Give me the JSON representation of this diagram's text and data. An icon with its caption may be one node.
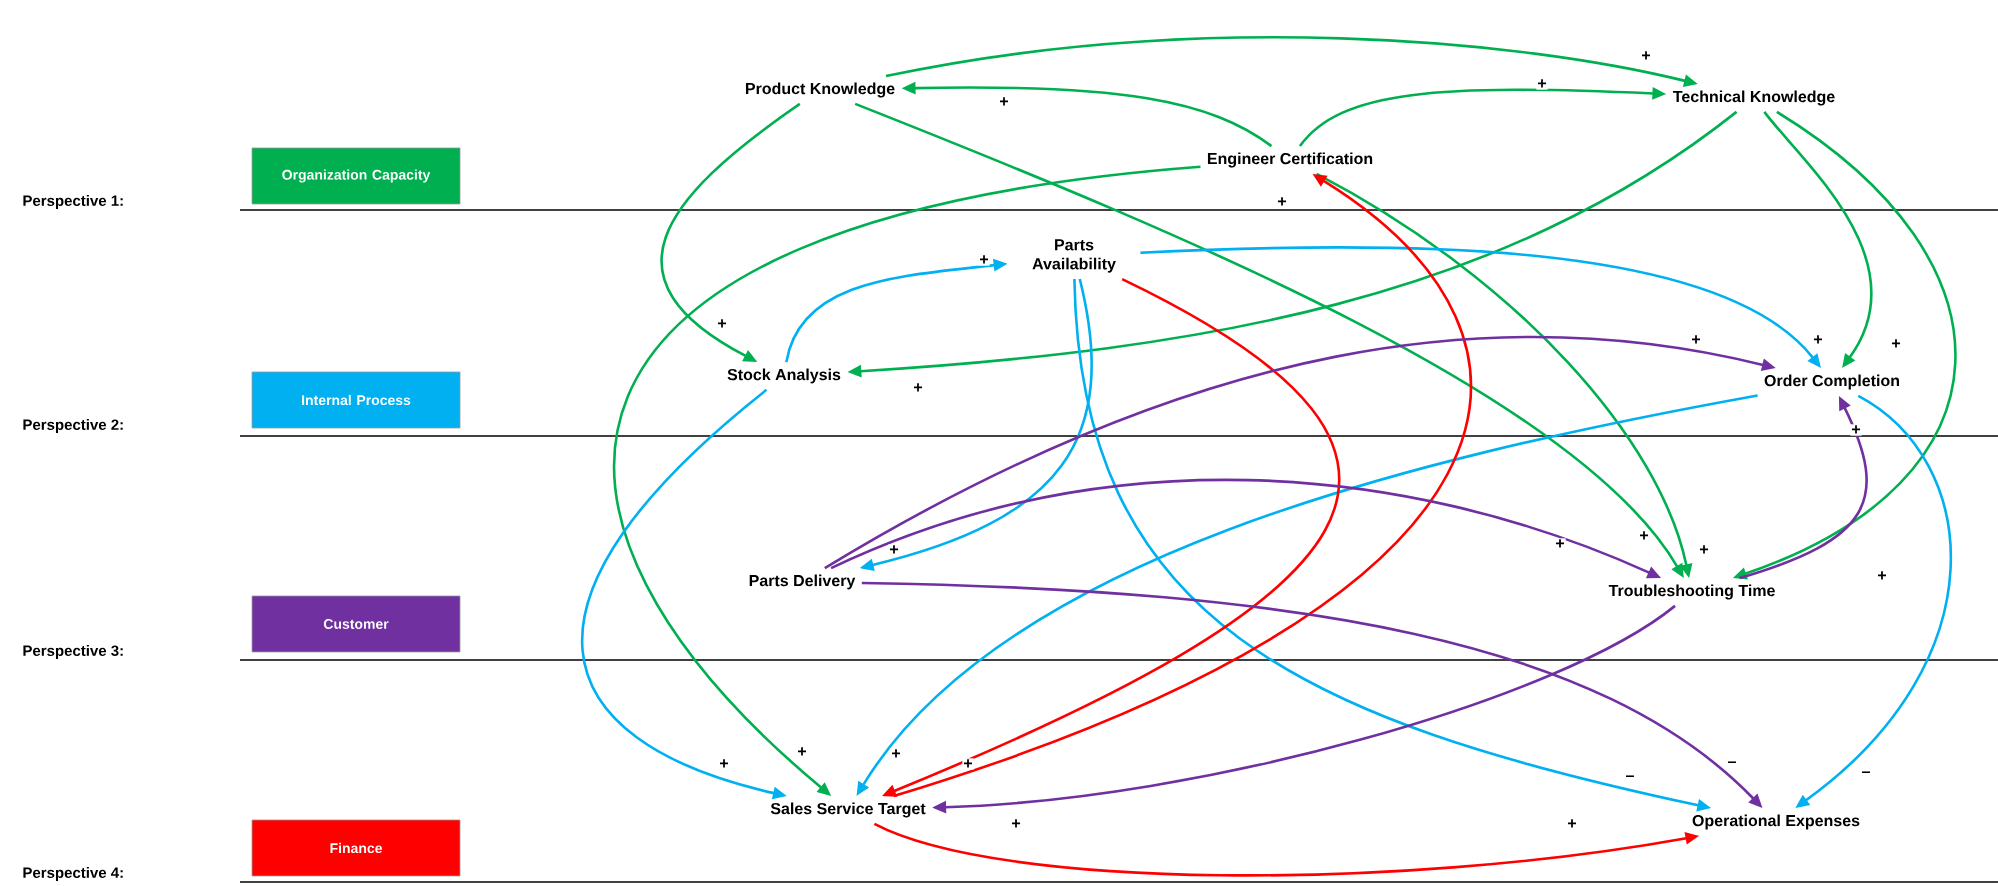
{
  "diagram": {
    "nodes": [
      {
        "text": [
          "Organization Capacity"
        ]
      },
      {
        "text": [
          "Internal Process"
        ]
      },
      {
        "text": [
          "Customer"
        ]
      },
      {
        "text": [
          "Finance"
        ]
      },
      {
        "text": [
          "Product Knowledge"
        ]
      },
      {
        "text": [
          "Engineer Certification"
        ]
      },
      {
        "text": [
          "Technical Knowledge"
        ]
      },
      {
        "text": [
          "Parts Availability"
        ]
      },
      {
        "text": [
          "Stock Analysis"
        ]
      },
      {
        "text": [
          "Order Completion"
        ]
      },
      {
        "text": [
          "Parts Delivery"
        ]
      },
      {
        "text": [
          "Troubleshooting Time"
        ]
      },
      {
        "text": [
          "Sales Service Target"
        ]
      },
      {
        "text": [
          "Operational Expenses"
        ]
      }
    ],
    "edges": [
      {
        "from": 4,
        "to": 6,
        "arrow": "to",
        "label": "+"
      },
      {
        "from": 5,
        "to": 4,
        "arrow": "to",
        "label": "+"
      },
      {
        "from": 5,
        "to": 6,
        "arrow": "to",
        "label": "+"
      },
      {
        "from": 4,
        "to": 8,
        "arrow": "to",
        "label": "+"
      },
      {
        "from": 5,
        "to": 12,
        "arrow": "to",
        "label": "+"
      },
      {
        "from": 4,
        "to": 11,
        "arrow": "to",
        "label": "+"
      },
      {
        "from": 5,
        "to": 11,
        "arrow": "to",
        "label": "+"
      },
      {
        "from": 6,
        "to": 8,
        "arrow": "to",
        "label": "+"
      },
      {
        "from": 6,
        "to": 9,
        "arrow": "to",
        "label": "+"
      },
      {
        "from": 6,
        "to": 11,
        "arrow": "to",
        "label": "+"
      },
      {
        "from": 8,
        "to": 7,
        "arrow": "to",
        "label": "+",
        "color": "#00b0f0"
      },
      {
        "from": 7,
        "to": 9,
        "arrow": "to",
        "label": "+",
        "color": "#00b0f0"
      },
      {
        "from": 7,
        "to": 10,
        "arrow": "to",
        "label": "+",
        "color": "#00b0f0"
      },
      {
        "from": 7,
        "to": 13,
        "arrow": "to",
        "label": "–",
        "color": "#00b0f0"
      },
      {
        "from": 8,
        "to": 12,
        "arrow": "to",
        "label": "+",
        "color": "#00b0f0"
      },
      {
        "from": 9,
        "to": 12,
        "arrow": "to",
        "label": "+",
        "color": "#00b0f0"
      },
      {
        "from": 9,
        "to": 13,
        "arrow": "to",
        "label": "–",
        "color": "#00b0f0"
      },
      {
        "from": 7,
        "to": 12,
        "arrow": "to",
        "label": "+",
        "color": "#ff0000"
      },
      {
        "from": 12,
        "to": 5,
        "arrow": "to",
        "label": "+",
        "color": "#ff0000"
      },
      {
        "from": 12,
        "to": 13,
        "arrow": "to",
        "label": "+",
        "color": "#ff0000"
      },
      {
        "from": 10,
        "to": 9,
        "arrow": "to",
        "label": "+",
        "color": "#7030a0"
      },
      {
        "from": 10,
        "to": 11,
        "arrow": "to",
        "label": "+",
        "color": "#7030a0"
      },
      {
        "from": 10,
        "to": 13,
        "arrow": "to",
        "label": "–",
        "color": "#7030a0"
      },
      {
        "from": 11,
        "to": 9,
        "arrow": "to",
        "label": "+",
        "color": "#7030a0"
      },
      {
        "from": 11,
        "to": 12,
        "arrow": "to",
        "label": "+",
        "color": "#7030a0"
      }
    ],
    "labels": [
      "Perspective 1:",
      "Perspective 2:",
      "Perspective 3:",
      "Perspective 4:"
    ]
  }
}
